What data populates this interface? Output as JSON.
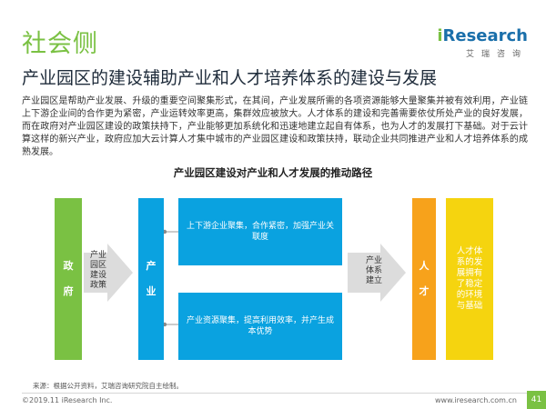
{
  "header": {
    "section_title": "社会侧",
    "main_title": "产业园区的建设辅助产业和人才培养体系的建设与发展",
    "logo": {
      "brand_i": "i",
      "brand_rest": "Research",
      "subtitle": "艾瑞咨询"
    }
  },
  "paragraph": "产业园区是帮助产业发展、升级的重要空间聚集形式，在其间，产业发展所需的各项资源能够大量聚集并被有效利用，产业链上下游企业间的合作更为紧密，产业运转效率更高，集群效应被放大。人才体系的建设和完善需要依仗所处产业的良好发展，而在政府对产业园区建设的政策扶持下，产业能够更加系统化和迅速地建立起自有体系，也为人才的发展打下基础。对于云计算这样的新兴产业，政府应加大云计算人才集中城市的产业园区建设和政策扶持，联动企业共同推进产业和人才培养体系的成熟发展。",
  "diagram": {
    "title": "产业园区建设对产业和人才发展的推动路径",
    "gov": [
      "政",
      "府"
    ],
    "arrow1": [
      "产业",
      "园区",
      "建设",
      "政策"
    ],
    "industry": [
      "产",
      "业"
    ],
    "box_top": "上下游企业聚集，合作紧密，加强产业关联度",
    "box_bottom": "产业资源聚集，提高利用效率，并产生成本优势",
    "arrow2": [
      "产业",
      "体系",
      "建立"
    ],
    "talent": [
      "人",
      "才"
    ],
    "yellow_box": [
      "人才体",
      "系的发",
      "展拥有",
      "了稳定",
      "的环境",
      "与基础"
    ],
    "colors": {
      "green": "#7ac143",
      "blue": "#0aa2e0",
      "orange": "#f7a21b",
      "yellow": "#f5d40f",
      "arrow": "#dcdcdc"
    }
  },
  "footer": {
    "source": "来源：根据公开资料，艾瑞咨询研究院自主绘制。",
    "copyright": "©2019.11 iResearch Inc.",
    "website": "www.iresearch.com.cn",
    "page": "41"
  }
}
